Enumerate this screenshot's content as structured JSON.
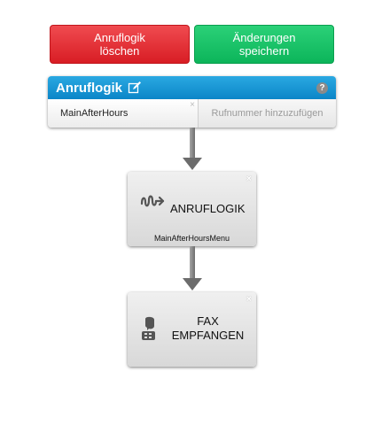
{
  "toolbar": {
    "delete_label": "Anruflogik\nlöschen",
    "save_label": "Änderungen\nspeichern"
  },
  "panel": {
    "title": "Anruflogik",
    "help_label": "?",
    "left_cell": "MainAfterHours",
    "right_cell": "Rufnummer hinzuzufügen",
    "close_glyph": "×"
  },
  "nodes": [
    {
      "label": "ANRUFLOGIK",
      "sublabel": "MainAfterHoursMenu",
      "icon": "call-logic-icon",
      "close_glyph": "×"
    },
    {
      "label": "FAX\nEMPFANGEN",
      "icon": "fax-icon",
      "close_glyph": "×"
    }
  ],
  "colors": {
    "delete": "#e02a30",
    "save": "#14c066",
    "header": "#1a98d6"
  }
}
